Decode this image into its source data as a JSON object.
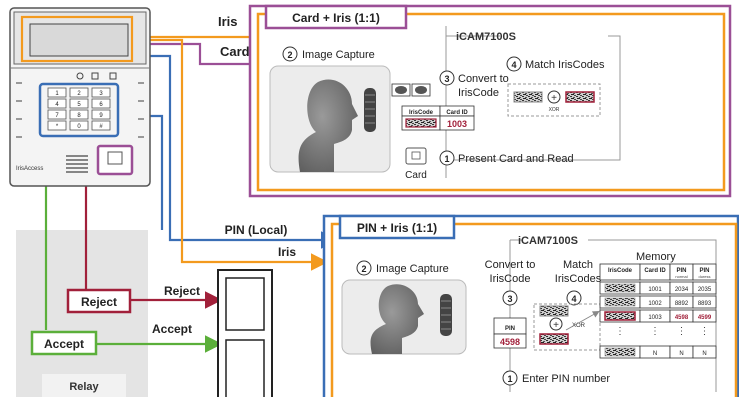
{
  "labels": {
    "iris_top": "Iris",
    "card": "Card",
    "pin_local": "PIN (Local)",
    "iris_mid": "Iris",
    "reject_arrow": "Reject",
    "accept_arrow": "Accept",
    "reject_box": "Reject",
    "accept_box": "Accept",
    "relay": "Relay"
  },
  "device": {
    "brand": "IrisAccess",
    "keypad": [
      "1",
      "2",
      "3",
      "4",
      "5",
      "6",
      "7",
      "8",
      "9",
      "*",
      "0",
      "#"
    ]
  },
  "card_iris": {
    "title": "Card + Iris (1:1)",
    "model": "iCAM7100S",
    "step1": "Present Card and Read",
    "step2": "Image Capture",
    "step3": "Convert to IrisCode",
    "step4": "Match IrisCodes",
    "col_iriscode": "IrisCode",
    "col_cardid": "Card ID",
    "card_id_value": "1003",
    "xor": "XOR",
    "card_label": "Card"
  },
  "pin_iris": {
    "title": "PIN + Iris (1:1)",
    "model": "iCAM7100S",
    "step1": "Enter PIN number",
    "step2": "Image Capture",
    "step3": "Convert to IrisCode",
    "step4": "Match IrisCodes",
    "pin_label": "PIN",
    "pin_value": "4598",
    "xor": "XOR",
    "memory_title": "Memory",
    "memory_headers": [
      "IrisCode",
      "Card ID",
      "PIN",
      "PIN"
    ],
    "memory_subheaders": [
      "",
      "",
      "normal",
      "duress"
    ],
    "memory_rows": [
      [
        "",
        "1001",
        "2034",
        "2035"
      ],
      [
        "",
        "1002",
        "8892",
        "8893"
      ],
      [
        "",
        "1003",
        "4598",
        "4599"
      ],
      [
        "",
        "N",
        "N",
        "N"
      ]
    ],
    "memory_ellipsis": "⋮"
  },
  "colors": {
    "orange": "#F39A1E",
    "purple": "#9B4F96",
    "blue": "#3A6EB5",
    "green": "#5BAF3A",
    "darkred": "#A1203A"
  }
}
